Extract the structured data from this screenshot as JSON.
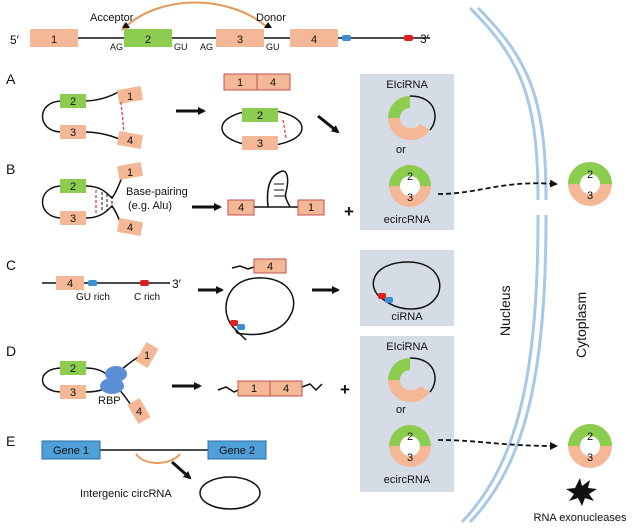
{
  "colors": {
    "exon": "#f4b896",
    "exon_green": "#8ccc4e",
    "exon_stroke": "#c0504d",
    "line": "#111111",
    "panel": "#d6dce5",
    "nucleus_line": "#a8c8e8",
    "gene_box": "#4f9fd8",
    "gu_marker": "#3a8fd8",
    "c_marker": "#e02020",
    "pairing": "#e03030",
    "splice_arc": "#e59a5c"
  },
  "top": {
    "five_prime": "5′",
    "three_prime": "3′",
    "acceptor": "Acceptor",
    "donor": "Donor",
    "exons": [
      "1",
      "2",
      "3",
      "4"
    ],
    "ag1": "AG",
    "gu1": "GU",
    "ag2": "AG",
    "gu2": "GU"
  },
  "panels": {
    "A": {
      "letter": "A",
      "exons": [
        "2",
        "1",
        "3",
        "4"
      ],
      "product_exons": [
        "1",
        "4"
      ],
      "circ_exons": [
        "2",
        "3"
      ]
    },
    "B": {
      "letter": "B",
      "exons": [
        "2",
        "1",
        "3",
        "4"
      ],
      "note_line1": "Base-pairing",
      "note_line2": "(e.g. Alu)",
      "product_left": "4",
      "product_right": "1",
      "plus": "+"
    },
    "C": {
      "letter": "C",
      "exon": "4",
      "three_prime": "3′",
      "gu_rich": "GU rich",
      "c_rich": "C rich",
      "product_exon": "4"
    },
    "D": {
      "letter": "D",
      "exons": [
        "2",
        "1",
        "3",
        "4"
      ],
      "rbp": "RBP",
      "product_exons": [
        "1",
        "4"
      ],
      "plus": "+"
    },
    "E": {
      "letter": "E",
      "gene1": "Gene 1",
      "gene2": "Gene 2",
      "intergenic": "Intergenic  circRNA"
    }
  },
  "boxes": {
    "top": {
      "eicirna": "EIciRNA",
      "or": "or",
      "ecircrna": "ecircRNA",
      "ring_top": "2",
      "ring_bottom": "3"
    },
    "mid": {
      "cirna": "ciRNA"
    },
    "bottom": {
      "eicirna": "EIciRNA",
      "or": "or",
      "ecircrna": "ecircRNA",
      "ring_top": "2",
      "ring_bottom": "3"
    }
  },
  "compartments": {
    "nucleus": "Nucleus",
    "cytoplasm": "Cytoplasm"
  },
  "cytoplasm_rings": [
    {
      "top": "2",
      "bottom": "3"
    },
    {
      "top": "2",
      "bottom": "3"
    }
  ],
  "exonucleases": "RNA exonucleases"
}
